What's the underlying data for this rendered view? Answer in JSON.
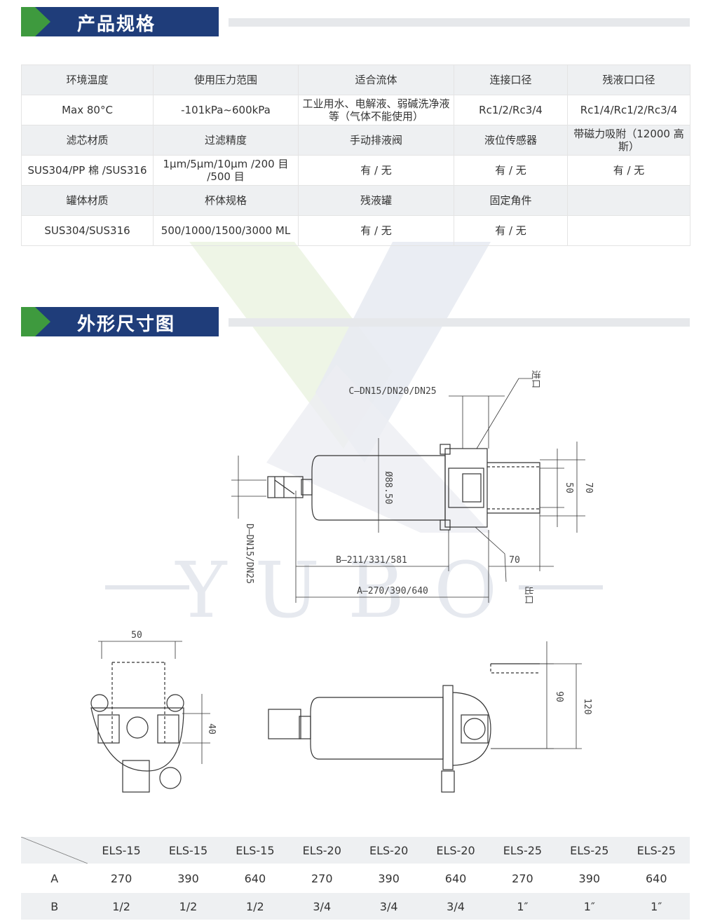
{
  "sections": {
    "spec_title": "产品规格",
    "dims_title": "外形尺寸图"
  },
  "spec_table": [
    [
      "环境温度",
      "使用压力范围",
      "适合流体",
      "连接口径",
      "残液口口径"
    ],
    [
      "Max 80°C",
      "-101kPa~600kPa",
      "工业用水、电解液、弱碱洗净液等（气体不能使用）",
      "Rc1/2/Rc3/4",
      "Rc1/4/Rc1/2/Rc3/4"
    ],
    [
      "滤芯材质",
      "过滤精度",
      "手动排液阀",
      "液位传感器",
      "带磁力吸附（12000 高斯）"
    ],
    [
      "SUS304/PP 棉 /SUS316",
      "1μm/5μm/10μm /200 目 /500 目",
      "有 / 无",
      "有 / 无",
      "有 / 无"
    ],
    [
      "罐体材质",
      "杯体规格",
      "残液罐",
      "固定角件",
      ""
    ],
    [
      "SUS304/SUS316",
      "500/1000/1500/3000 ML",
      "有 / 无",
      "有 / 无",
      ""
    ]
  ],
  "drawing": {
    "inlet": "进口",
    "outlet": "出口",
    "c_label": "C—DN15/DN20/DN25",
    "d_label": "D—DN15/DN25",
    "diameter": "Ø88.50",
    "b_label": "B—211/331/581",
    "a_label": "A—270/390/640",
    "dim_70_h": "70",
    "dim_50_v": "50",
    "dim_70_v": "70",
    "dim_50_top": "50",
    "dim_40": "40",
    "dim_90": "90",
    "dim_120": "120",
    "watermark": "YUBO"
  },
  "size_table": {
    "headers": [
      "",
      "ELS-15",
      "ELS-15",
      "ELS-15",
      "ELS-20",
      "ELS-20",
      "ELS-20",
      "ELS-25",
      "ELS-25",
      "ELS-25"
    ],
    "rows": [
      [
        "A",
        "270",
        "390",
        "640",
        "270",
        "390",
        "640",
        "270",
        "390",
        "640"
      ],
      [
        "B",
        "1/2",
        "1/2",
        "1/2",
        "3/4",
        "3/4",
        "3/4",
        "1″",
        "1″",
        "1″"
      ]
    ]
  },
  "colors": {
    "header_blue": "#1f3d7a",
    "header_green": "#3e9a3e",
    "row_gray": "#eef0f2"
  }
}
